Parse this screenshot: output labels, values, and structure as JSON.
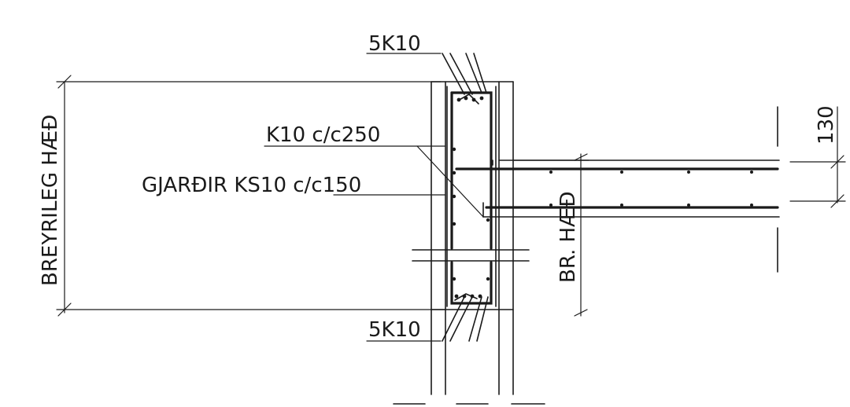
{
  "labels": {
    "top_rebar": "5K10",
    "stirrups": "K10 c/c250",
    "beams": "GJARÐIR KS10 c/c150",
    "bottom_rebar": "5K10",
    "variable_height": "BREYRILEG HÆÐ",
    "slab_height": "BR. HÆÐ",
    "dimension": "130"
  }
}
